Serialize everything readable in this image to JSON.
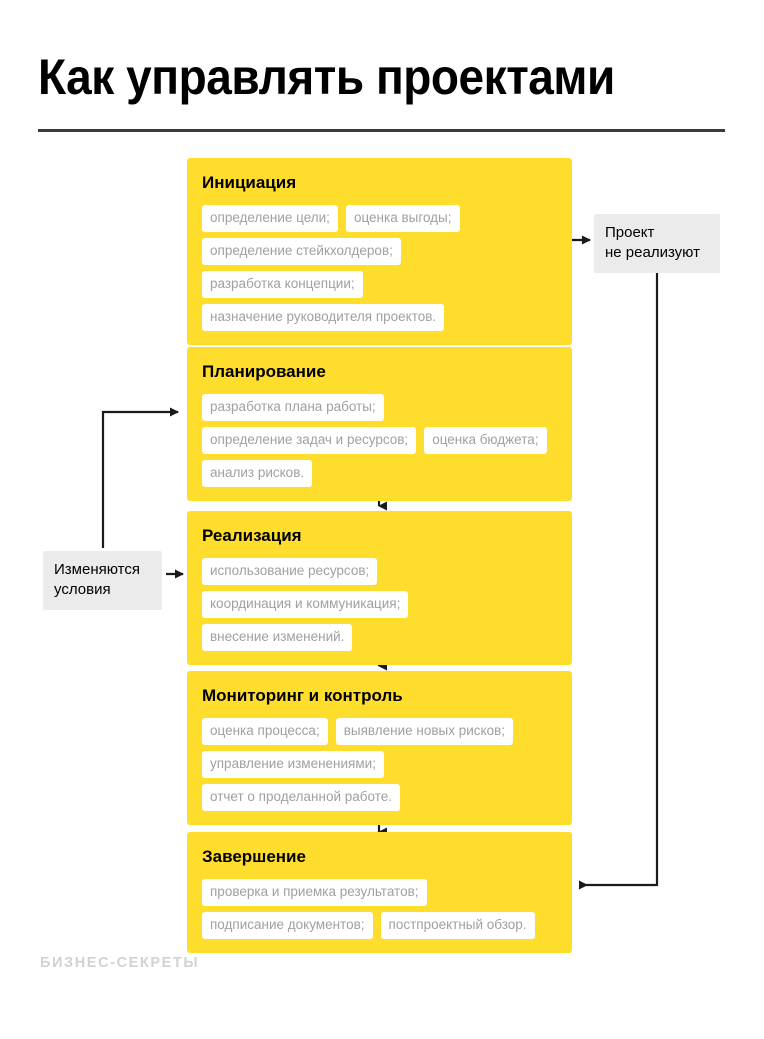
{
  "header": {
    "title": "Как управлять проектами"
  },
  "flow": {
    "stages": [
      {
        "id": "initiation",
        "title": "Инициация",
        "tags": [
          "определение цели;",
          "оценка выгоды;",
          "определение стейкхолдеров;",
          "разработка концепции;",
          "назначение руководителя проектов."
        ]
      },
      {
        "id": "planning",
        "title": "Планирование",
        "tags": [
          "разработка плана работы;",
          "определение задач и ресурсов;",
          "оценка бюджета;",
          "анализ рисков."
        ]
      },
      {
        "id": "execution",
        "title": "Реализация",
        "tags": [
          "использование ресурсов;",
          "координация и коммуникация;",
          "внесение изменений."
        ]
      },
      {
        "id": "monitoring",
        "title": "Мониторинг и контроль",
        "tags": [
          "оценка процесса;",
          "выявление новых рисков;",
          "управление изменениями;",
          "отчет о проделанной работе."
        ]
      },
      {
        "id": "closing",
        "title": "Завершение",
        "tags": [
          "проверка и приемка результатов;",
          "подписание документов;",
          "постпроектный обзор."
        ]
      }
    ],
    "notes": [
      {
        "id": "project-not-realized",
        "line1": "Проект",
        "line2": "не реализуют"
      },
      {
        "id": "conditions-change",
        "line1": "Изменяются",
        "line2": "условия"
      }
    ]
  },
  "footer": {
    "watermark": "БИЗНЕС-СЕКРЕТЫ"
  },
  "colors": {
    "accent_yellow": "#ffdd2d",
    "note_gray": "#ebebeb",
    "tag_text": "#a0a0a0",
    "connector": "#1a1a1a",
    "rule": "#3b3b3b",
    "watermark": "#d2d2d2"
  }
}
